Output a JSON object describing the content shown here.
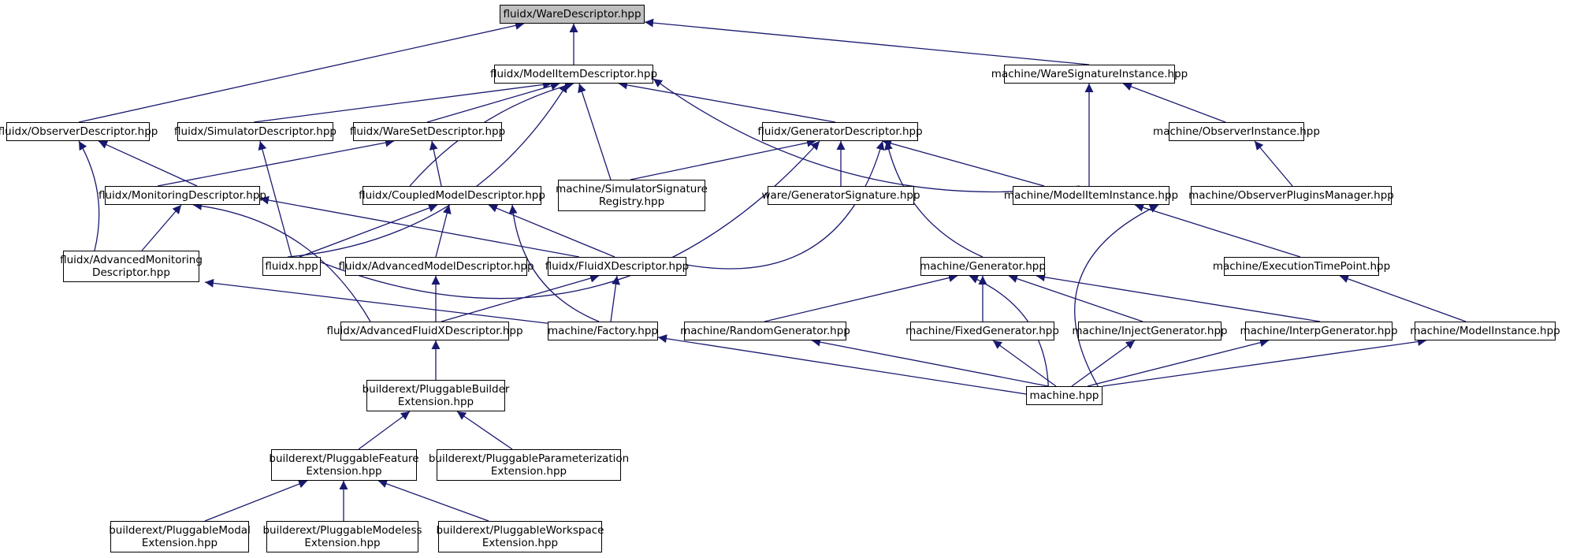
{
  "colors": {
    "edge": "#191970",
    "root_fill": "#bfbfbf",
    "node_fill": "#ffffff",
    "border": "#000000"
  },
  "nodes": {
    "ware_descriptor": {
      "lines": [
        "fluidx/WareDescriptor.hpp"
      ],
      "root": true
    },
    "model_item_descriptor": {
      "lines": [
        "fluidx/ModelItemDescriptor.hpp"
      ]
    },
    "ware_signature_instance": {
      "lines": [
        "machine/WareSignatureInstance.hpp"
      ]
    },
    "observer_descriptor": {
      "lines": [
        "fluidx/ObserverDescriptor.hpp"
      ]
    },
    "simulator_descriptor": {
      "lines": [
        "fluidx/SimulatorDescriptor.hpp"
      ]
    },
    "wareset_descriptor": {
      "lines": [
        "fluidx/WareSetDescriptor.hpp"
      ]
    },
    "generator_descriptor": {
      "lines": [
        "fluidx/GeneratorDescriptor.hpp"
      ]
    },
    "observer_instance": {
      "lines": [
        "machine/ObserverInstance.hpp"
      ]
    },
    "monitoring_descriptor": {
      "lines": [
        "fluidx/MonitoringDescriptor.hpp"
      ]
    },
    "coupled_model_descriptor": {
      "lines": [
        "fluidx/CoupledModelDescriptor.hpp"
      ]
    },
    "simulator_signature_registry": {
      "lines": [
        "machine/SimulatorSignature",
        "Registry.hpp"
      ]
    },
    "generator_signature": {
      "lines": [
        "ware/GeneratorSignature.hpp"
      ]
    },
    "model_item_instance": {
      "lines": [
        "machine/ModelItemInstance.hpp"
      ]
    },
    "observer_plugins_manager": {
      "lines": [
        "machine/ObserverPluginsManager.hpp"
      ]
    },
    "advanced_monitoring_descriptor": {
      "lines": [
        "fluidx/AdvancedMonitoring",
        "Descriptor.hpp"
      ]
    },
    "fluidx_hpp": {
      "lines": [
        "fluidx.hpp"
      ]
    },
    "advanced_model_descriptor": {
      "lines": [
        "fluidx/AdvancedModelDescriptor.hpp"
      ]
    },
    "fluidx_descriptor": {
      "lines": [
        "fluidx/FluidXDescriptor.hpp"
      ]
    },
    "machine_generator": {
      "lines": [
        "machine/Generator.hpp"
      ]
    },
    "execution_time_point": {
      "lines": [
        "machine/ExecutionTimePoint.hpp"
      ]
    },
    "advanced_fluidx_descriptor": {
      "lines": [
        "fluidx/AdvancedFluidXDescriptor.hpp"
      ]
    },
    "machine_factory": {
      "lines": [
        "machine/Factory.hpp"
      ]
    },
    "random_generator": {
      "lines": [
        "machine/RandomGenerator.hpp"
      ]
    },
    "fixed_generator": {
      "lines": [
        "machine/FixedGenerator.hpp"
      ]
    },
    "inject_generator": {
      "lines": [
        "machine/InjectGenerator.hpp"
      ]
    },
    "interp_generator": {
      "lines": [
        "machine/InterpGenerator.hpp"
      ]
    },
    "model_instance": {
      "lines": [
        "machine/ModelInstance.hpp"
      ]
    },
    "pluggable_builder_extension": {
      "lines": [
        "builderext/PluggableBuilder",
        "Extension.hpp"
      ]
    },
    "machine_hpp": {
      "lines": [
        "machine.hpp"
      ]
    },
    "pluggable_feature_extension": {
      "lines": [
        "builderext/PluggableFeature",
        "Extension.hpp"
      ]
    },
    "pluggable_parameterization_extension": {
      "lines": [
        "builderext/PluggableParameterization",
        "Extension.hpp"
      ]
    },
    "pluggable_modal_extension": {
      "lines": [
        "builderext/PluggableModal",
        "Extension.hpp"
      ]
    },
    "pluggable_modeless_extension": {
      "lines": [
        "builderext/PluggableModeless",
        "Extension.hpp"
      ]
    },
    "pluggable_workspace_extension": {
      "lines": [
        "builderext/PluggableWorkspace",
        "Extension.hpp"
      ]
    }
  },
  "edges": [
    [
      "model_item_descriptor",
      "ware_descriptor"
    ],
    [
      "ware_signature_instance",
      "ware_descriptor"
    ],
    [
      "observer_descriptor",
      "ware_descriptor"
    ],
    [
      "simulator_descriptor",
      "model_item_descriptor"
    ],
    [
      "wareset_descriptor",
      "model_item_descriptor"
    ],
    [
      "generator_descriptor",
      "model_item_descriptor"
    ],
    [
      "coupled_model_descriptor",
      "model_item_descriptor"
    ],
    [
      "simulator_signature_registry",
      "model_item_descriptor"
    ],
    [
      "fluidx_hpp",
      "model_item_descriptor"
    ],
    [
      "model_item_instance",
      "model_item_descriptor"
    ],
    [
      "model_item_instance",
      "ware_signature_instance"
    ],
    [
      "observer_instance",
      "ware_signature_instance"
    ],
    [
      "observer_plugins_manager",
      "observer_instance"
    ],
    [
      "monitoring_descriptor",
      "observer_descriptor"
    ],
    [
      "advanced_monitoring_descriptor",
      "observer_descriptor"
    ],
    [
      "fluidx_hpp",
      "simulator_descriptor"
    ],
    [
      "monitoring_descriptor",
      "wareset_descriptor"
    ],
    [
      "coupled_model_descriptor",
      "wareset_descriptor"
    ],
    [
      "simulator_signature_registry",
      "generator_descriptor"
    ],
    [
      "generator_signature",
      "generator_descriptor"
    ],
    [
      "model_item_instance",
      "generator_descriptor"
    ],
    [
      "fluidx_hpp",
      "generator_descriptor"
    ],
    [
      "fluidx_descriptor",
      "generator_descriptor"
    ],
    [
      "machine_generator",
      "generator_descriptor"
    ],
    [
      "advanced_monitoring_descriptor",
      "monitoring_descriptor"
    ],
    [
      "fluidx_descriptor",
      "monitoring_descriptor"
    ],
    [
      "advanced_fluidx_descriptor",
      "monitoring_descriptor"
    ],
    [
      "fluidx_hpp",
      "coupled_model_descriptor"
    ],
    [
      "advanced_model_descriptor",
      "coupled_model_descriptor"
    ],
    [
      "fluidx_descriptor",
      "coupled_model_descriptor"
    ],
    [
      "machine_factory",
      "coupled_model_descriptor"
    ],
    [
      "execution_time_point",
      "model_item_instance"
    ],
    [
      "machine_hpp",
      "model_item_instance"
    ],
    [
      "machine_factory",
      "advanced_monitoring_descriptor"
    ],
    [
      "advanced_fluidx_descriptor",
      "advanced_model_descriptor"
    ],
    [
      "advanced_fluidx_descriptor",
      "fluidx_descriptor"
    ],
    [
      "machine_factory",
      "fluidx_descriptor"
    ],
    [
      "random_generator",
      "machine_generator"
    ],
    [
      "fixed_generator",
      "machine_generator"
    ],
    [
      "inject_generator",
      "machine_generator"
    ],
    [
      "interp_generator",
      "machine_generator"
    ],
    [
      "machine_hpp",
      "machine_generator"
    ],
    [
      "model_instance",
      "execution_time_point"
    ],
    [
      "pluggable_builder_extension",
      "advanced_fluidx_descriptor"
    ],
    [
      "machine_hpp",
      "machine_factory"
    ],
    [
      "machine_hpp",
      "random_generator"
    ],
    [
      "machine_hpp",
      "fixed_generator"
    ],
    [
      "machine_hpp",
      "inject_generator"
    ],
    [
      "machine_hpp",
      "interp_generator"
    ],
    [
      "machine_hpp",
      "model_instance"
    ],
    [
      "pluggable_feature_extension",
      "pluggable_builder_extension"
    ],
    [
      "pluggable_parameterization_extension",
      "pluggable_builder_extension"
    ],
    [
      "pluggable_modal_extension",
      "pluggable_feature_extension"
    ],
    [
      "pluggable_modeless_extension",
      "pluggable_feature_extension"
    ],
    [
      "pluggable_workspace_extension",
      "pluggable_feature_extension"
    ]
  ]
}
